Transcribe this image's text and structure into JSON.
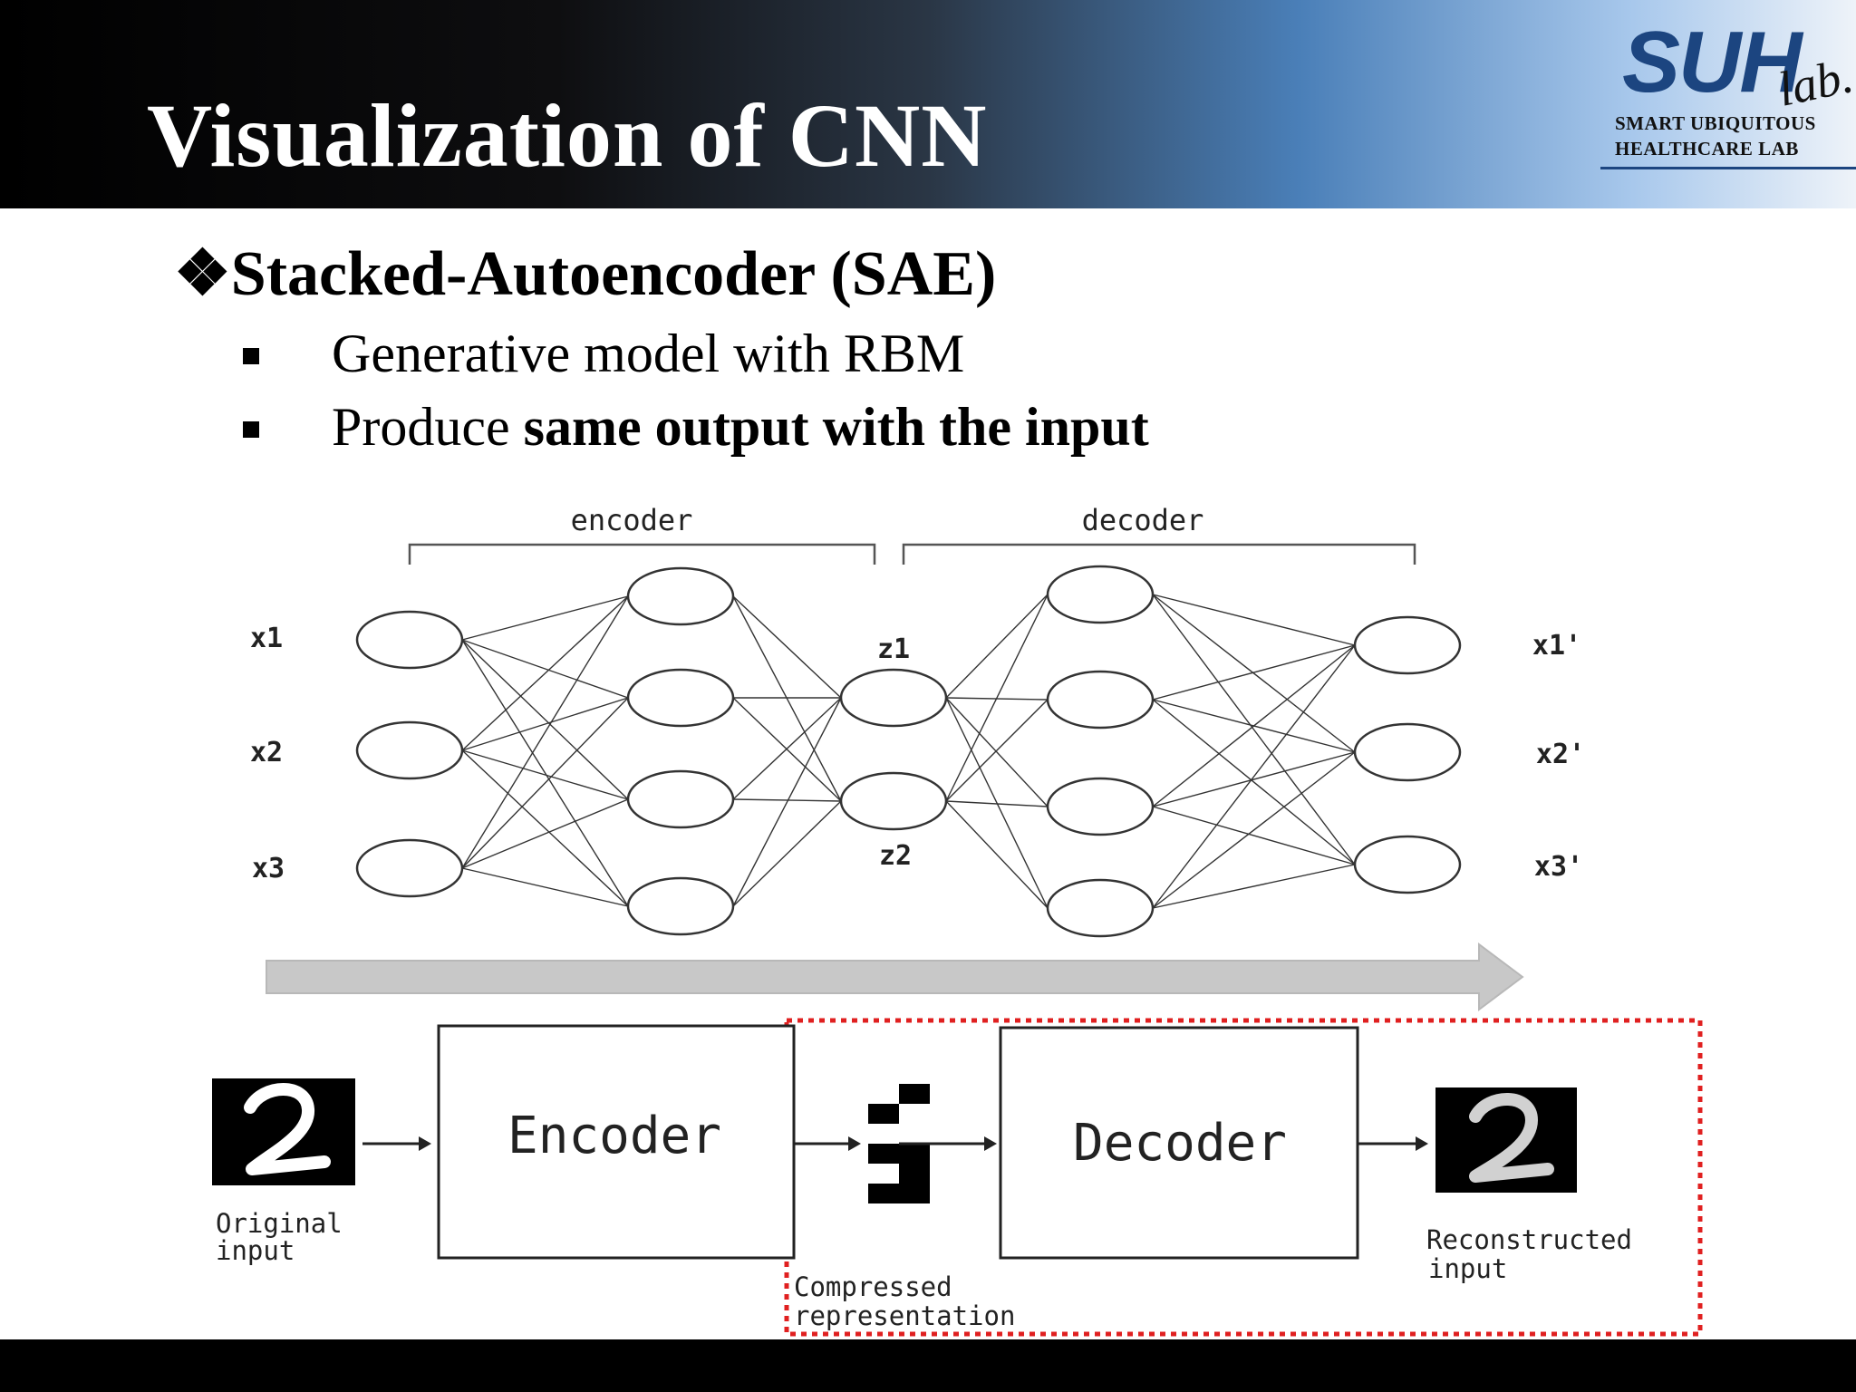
{
  "slide": {
    "title": "Visualization of CNN",
    "heading_symbol": "❖",
    "heading": "Stacked-Autoencoder (SAE)",
    "bullets": [
      {
        "text": "Generative model with RBM"
      },
      {
        "prefix": "Produce ",
        "bold": "same output with the input"
      }
    ]
  },
  "logo": {
    "main": "SUH",
    "lab": "lab.",
    "line1": "SMART UBIQUITOUS",
    "line2": "HEALTHCARE LAB"
  },
  "network": {
    "encoder_label": "encoder",
    "decoder_label": "decoder",
    "input_labels": [
      "x1",
      "x2",
      "x3"
    ],
    "latent_labels": [
      "z1",
      "z2"
    ],
    "output_labels": [
      "x1'",
      "x2'",
      "x3'"
    ],
    "layer_sizes": [
      3,
      4,
      2,
      4,
      3
    ]
  },
  "pipeline": {
    "encoder_label": "Encoder",
    "decoder_label": "Decoder",
    "original_label": [
      "Original",
      "input"
    ],
    "compressed_label": [
      "Compressed",
      "representation"
    ],
    "reconstructed_label": [
      "Reconstructed",
      "input"
    ],
    "code_pattern": [
      0,
      1,
      1,
      0,
      0,
      0,
      1,
      1,
      0,
      1,
      1,
      1
    ]
  },
  "colors": {
    "highlight_box": "#e02020",
    "arrow": "#c8c8c8"
  }
}
